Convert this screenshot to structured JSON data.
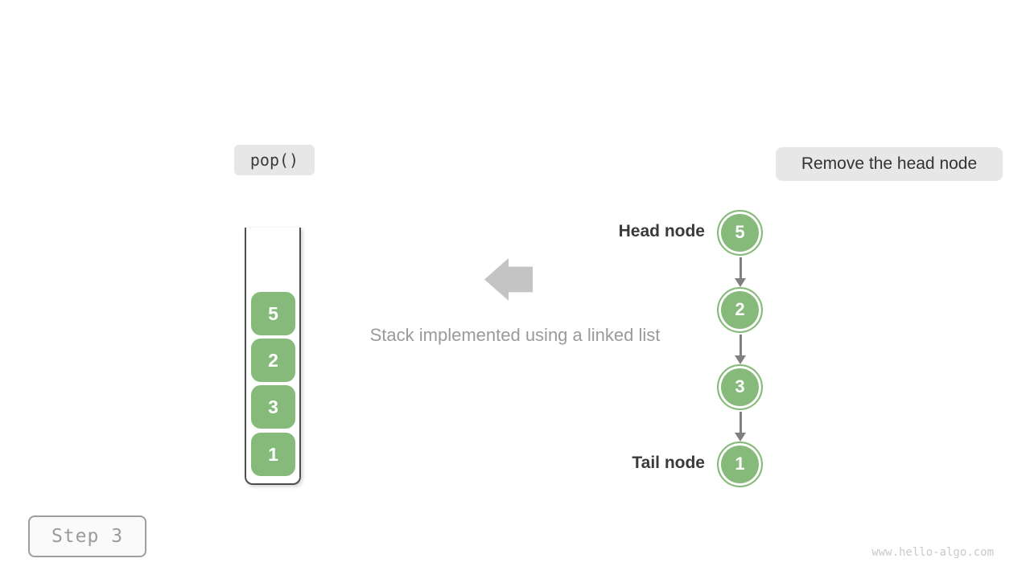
{
  "operation": {
    "label": "pop()",
    "description": "Remove the head node"
  },
  "caption": "Stack implemented using a linked list",
  "stack": {
    "items": [
      "5",
      "2",
      "3",
      "1"
    ]
  },
  "linked_list": {
    "head_label": "Head node",
    "tail_label": "Tail node",
    "nodes": [
      "5",
      "2",
      "3",
      "1"
    ]
  },
  "page": {
    "step_label": "Step 3",
    "watermark": "www.hello-algo.com"
  },
  "colors": {
    "node_green": "#86ba7a",
    "label_background": "#e7e7e7",
    "dark_text": "#3b3b3b",
    "caption_gray": "#9a9a9a",
    "block_arrow_gray": "#c4c4c4",
    "connector_gray": "#808080",
    "container_border": "#4d4d4d",
    "step_gray": "#9b9b9b",
    "watermark_gray": "#cacaca"
  }
}
